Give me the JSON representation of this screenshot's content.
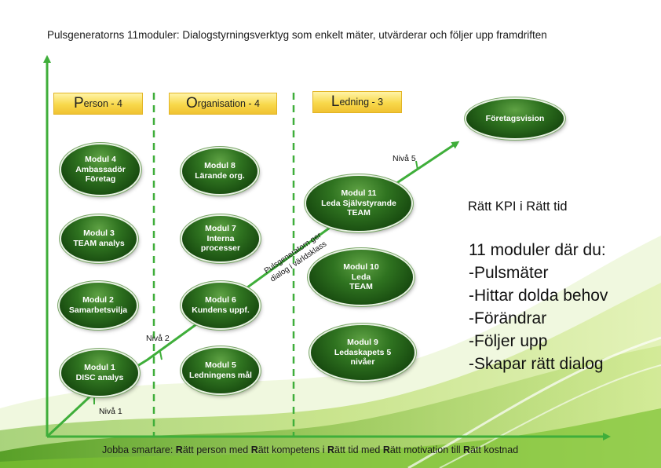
{
  "title": "Pulsgeneratorns 11moduler:  Dialogstyrningsverktyg som enkelt mäter, utvärderar och följer upp framdriften",
  "bottom_text": [
    {
      "t": "Jobba smartare: ",
      "b": false
    },
    {
      "t": "R",
      "b": true
    },
    {
      "t": "ätt  person med ",
      "b": false
    },
    {
      "t": "R",
      "b": true
    },
    {
      "t": "ätt kompetens i ",
      "b": false
    },
    {
      "t": "R",
      "b": true
    },
    {
      "t": "ätt tid med ",
      "b": false
    },
    {
      "t": "R",
      "b": true
    },
    {
      "t": "ätt motivation till ",
      "b": false
    },
    {
      "t": "R",
      "b": true
    },
    {
      "t": "ätt kostnad",
      "b": false
    }
  ],
  "headers": {
    "person": {
      "cap": "P",
      "rest": "erson - 4"
    },
    "organisation": {
      "cap": "O",
      "rest": "rganisation - 4"
    },
    "ledning": {
      "cap": "L",
      "rest": "edning - 3"
    }
  },
  "nodes": {
    "m4": [
      "Modul  4",
      "Ambassadör",
      "Företag"
    ],
    "m3": [
      "Modul  3",
      "TEAM analys"
    ],
    "m2": [
      "Modul  2",
      "Samarbetsvilja"
    ],
    "m1": [
      "Modul  1",
      "DISC analys"
    ],
    "m8": [
      "Modul 8",
      "Lärande org."
    ],
    "m7": [
      "Modul 7",
      "Interna processer"
    ],
    "m6": [
      "Modul 6",
      "Kundens uppf."
    ],
    "m5": [
      "Modul 5",
      "Ledningens mål"
    ],
    "m11": [
      "Modul  11",
      "Leda Självstyrande",
      "TEAM"
    ],
    "m10": [
      "Modul  10",
      "Leda",
      "TEAM"
    ],
    "m9": [
      "Modul  9",
      "Ledaskapets 5",
      "nivåer"
    ],
    "vision": [
      "Företagsvision"
    ]
  },
  "levels": {
    "n1": "Nivå 1",
    "n2": "Nivå 2",
    "n5": "Nivå 5"
  },
  "diagonal_label": [
    "Pulsgeneratorn ger",
    "dialog i världsklass"
  ],
  "kpi": "Rätt KPI i Rätt tid",
  "list": [
    "11 moduler där du:",
    "-Pulsmäter",
    "-Hittar dolda behov",
    "-Förändrar",
    "-Följer upp",
    "-Skapar rätt dialog"
  ],
  "colors": {
    "arrow": "#3fae3a",
    "node_dark": "#17490f",
    "node_light": "#5fa244",
    "header": "#f8d84a"
  }
}
